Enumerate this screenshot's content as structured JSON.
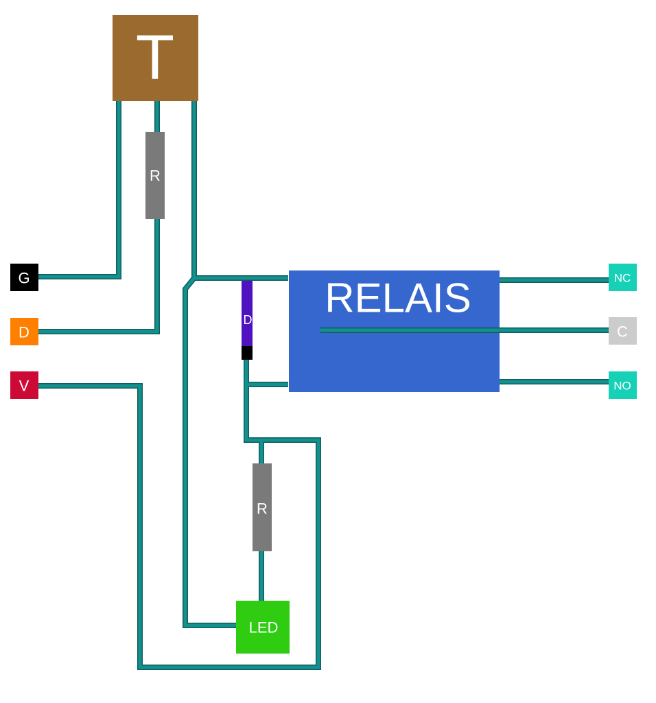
{
  "components": {
    "transistor": {
      "label": "T",
      "color": "#9a6a2e"
    },
    "resistor_top": {
      "label": "R",
      "color": "#7a7a7a"
    },
    "resistor_bottom": {
      "label": "R",
      "color": "#7a7a7a"
    },
    "diode": {
      "label": "D",
      "color": "#4f12c0",
      "cathode_color": "#000000"
    },
    "relay": {
      "label": "RELAIS",
      "color": "#3567cf"
    },
    "led": {
      "label": "LED",
      "color": "#2fcc12"
    }
  },
  "terminals": {
    "ground": {
      "label": "G",
      "color": "#000000"
    },
    "data": {
      "label": "D",
      "color": "#ff7f00"
    },
    "voltage": {
      "label": "V",
      "color": "#cc0a35"
    },
    "normally_closed": {
      "label": "NC",
      "color": "#17d1b7"
    },
    "common": {
      "label": "C",
      "color": "#cccccc"
    },
    "normally_open": {
      "label": "NO",
      "color": "#17d1b7"
    }
  },
  "wire_color": "#14918e",
  "wire_border_color": "#0c5e5c"
}
